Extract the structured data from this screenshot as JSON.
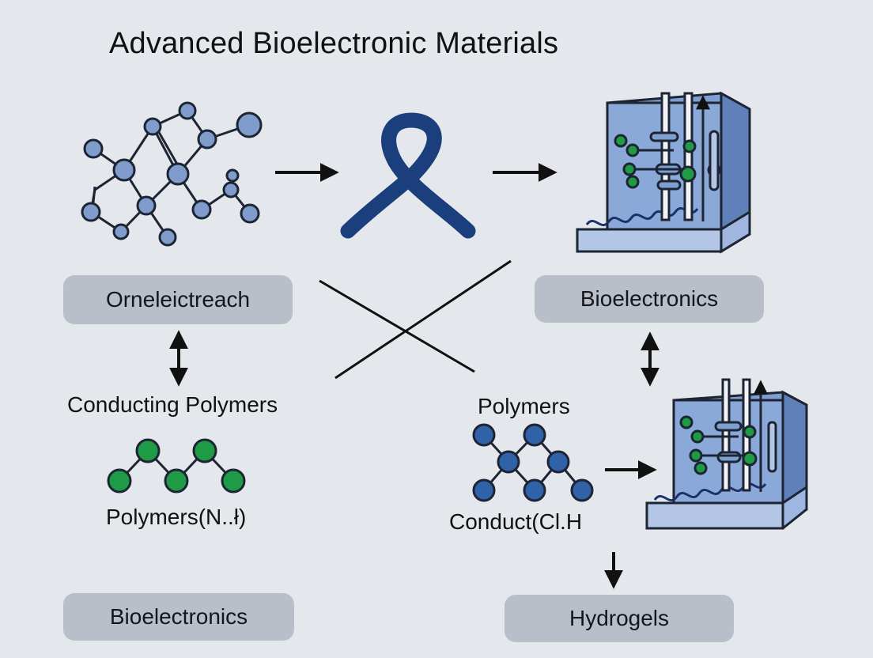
{
  "title": "Advanced Bioelectronic Materials",
  "labels": {
    "pill_top_left": "Orneleictreach",
    "pill_top_right": "Bioelectronics",
    "pill_bottom_left": "Bioelectronics",
    "pill_bottom_right": "Hydrogels",
    "conducting_polymers": "Conducting Polymers",
    "polymers_nh": "Polymers(N..ł)",
    "polymers": "Polymers",
    "conduct_clh": "Conduct(Cl.H"
  },
  "colors": {
    "background": "#e4e8ec",
    "pill": "#b9bfc9",
    "node_light_blue": "#7f9ccd",
    "node_dark_blue": "#2f62a6",
    "node_green": "#1f9a45",
    "ribbon": "#1b3f7c",
    "device_blue": "#7f9fd0"
  }
}
